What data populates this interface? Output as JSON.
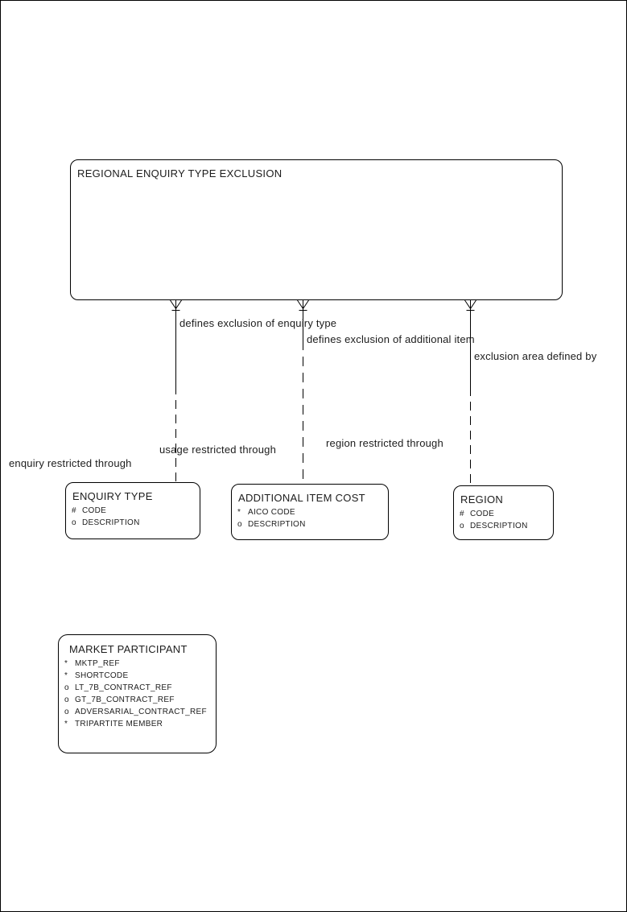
{
  "page": {
    "background": "#ffffff",
    "border_color": "#000000"
  },
  "diagram": {
    "type": "entity-relationship",
    "colors": {
      "line": "#000000",
      "text": "#1c1c1c"
    },
    "entities": [
      {
        "title": "REGIONAL ENQUIRY TYPE EXCLUSION",
        "attributes": []
      },
      {
        "title": "ENQUIRY TYPE",
        "attributes": [
          {
            "prefix": "#",
            "name": "CODE"
          },
          {
            "prefix": "o",
            "name": "DESCRIPTION"
          }
        ]
      },
      {
        "title": "ADDITIONAL ITEM COST",
        "attributes": [
          {
            "prefix": "*",
            "name": "AICO CODE"
          },
          {
            "prefix": "o",
            "name": "DESCRIPTION"
          }
        ]
      },
      {
        "title": "REGION",
        "attributes": [
          {
            "prefix": "#",
            "name": "CODE"
          },
          {
            "prefix": "o",
            "name": "DESCRIPTION"
          }
        ]
      },
      {
        "title": "MARKET PARTICIPANT",
        "attributes": [
          {
            "prefix": "*",
            "name": "MKTP_REF"
          },
          {
            "prefix": "*",
            "name": "SHORTCODE"
          },
          {
            "prefix": "o",
            "name": "LT_7B_CONTRACT_REF"
          },
          {
            "prefix": "o",
            "name": "GT_7B_CONTRACT_REF"
          },
          {
            "prefix": "o",
            "name": "ADVERSARIAL_CONTRACT_REF"
          },
          {
            "prefix": "*",
            "name": "TRIPARTITE MEMBER"
          }
        ]
      }
    ],
    "relationships": [
      {
        "from": "REGIONAL ENQUIRY TYPE EXCLUSION",
        "to": "ENQUIRY TYPE",
        "parent_label": "defines exclusion of enquiry type",
        "child_label": "enquiry restricted through"
      },
      {
        "from": "REGIONAL ENQUIRY TYPE EXCLUSION",
        "to": "ADDITIONAL ITEM COST",
        "parent_label": "defines exclusion of additional item",
        "child_label": "usage restricted through"
      },
      {
        "from": "REGIONAL ENQUIRY TYPE EXCLUSION",
        "to": "REGION",
        "parent_label": "exclusion area defined by",
        "child_label": "region restricted through"
      }
    ]
  }
}
